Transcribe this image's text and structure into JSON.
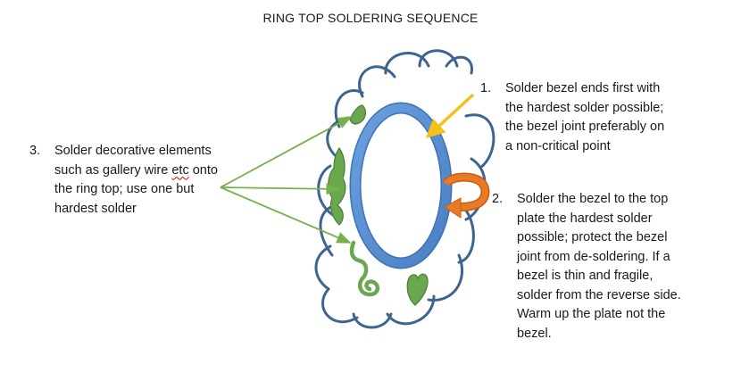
{
  "title": "RING TOP SOLDERING SEQUENCE",
  "steps": [
    {
      "number": "1.",
      "lines": [
        "Solder bezel ends first with",
        "the hardest solder possible;",
        "the bezel joint preferably on",
        "a non-critical point"
      ]
    },
    {
      "number": "2.",
      "lines": [
        "Solder the bezel to the top",
        "plate the hardest solder",
        "possible; protect the bezel",
        "joint from de-soldering. If a",
        "bezel is thin and fragile,",
        "solder from the reverse side.",
        "Warm up the plate not the",
        "bezel."
      ]
    },
    {
      "number": "3.",
      "lines": [
        "Solder decorative elements",
        "such as gallery wire",
        "etc",
        " onto",
        "the ring top; use one but",
        "hardest solder"
      ]
    }
  ],
  "colors": {
    "cloud_outline": "#3d6590",
    "bezel_fill": "#5b8fd4",
    "bezel_stroke": "#3d72b4",
    "decor_fill": "#6aa84f",
    "decor_stroke": "#4e7a36",
    "arrow_green": "#77b04a",
    "arrow_yellow": "#f5c118",
    "arrow_orange": "#e87a25"
  },
  "icons": [
    "cloud-plate-shape",
    "bezel-ring",
    "decorative-leaf",
    "decorative-scroll",
    "heart-icon",
    "curved-arrow-icon"
  ]
}
